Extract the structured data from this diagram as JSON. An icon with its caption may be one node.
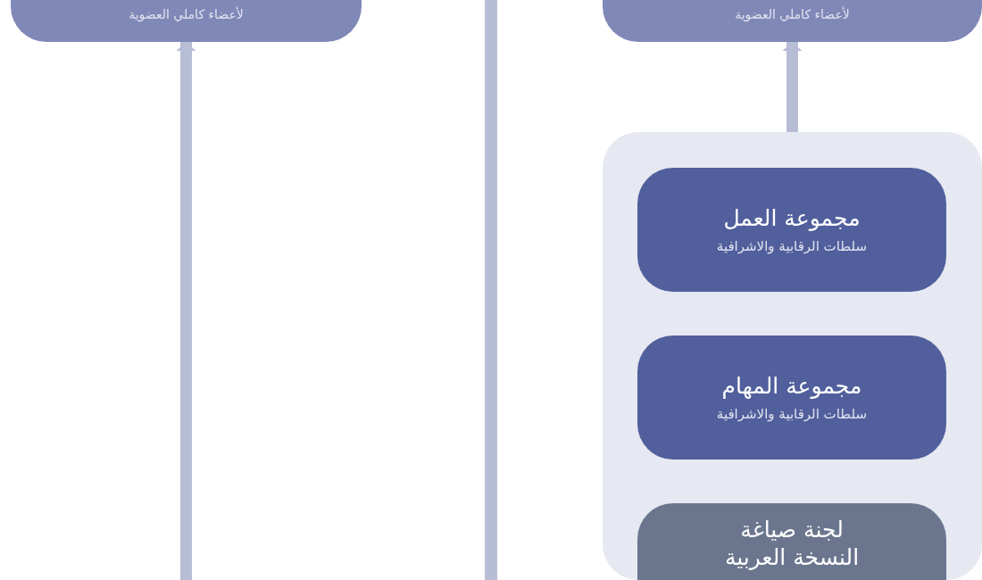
{
  "diagram": {
    "nodes": [
      {
        "text": [
          "لأعضاء كاملي العضوية"
        ]
      },
      {
        "text": [],
        "shape": "bar"
      },
      {
        "text": [
          "لأعضاء كاملي العضوية"
        ]
      },
      {
        "text": [],
        "shape": "box"
      },
      {
        "text": [
          "مجموعة العمل",
          "سلطات الرقابية والاشرافية"
        ],
        "in": 3
      },
      {
        "text": [
          "مجموعة المهام",
          "سلطات الرقابية والاشرافية"
        ],
        "in": 3
      },
      {
        "text": [
          "لجنة صياغة النسخة العربية"
        ],
        "in": 3
      }
    ],
    "edges": [
      {
        "from": null,
        "to": 0,
        "arrow": "to"
      },
      {
        "from": 3,
        "to": 2,
        "arrow": "to"
      }
    ]
  }
}
